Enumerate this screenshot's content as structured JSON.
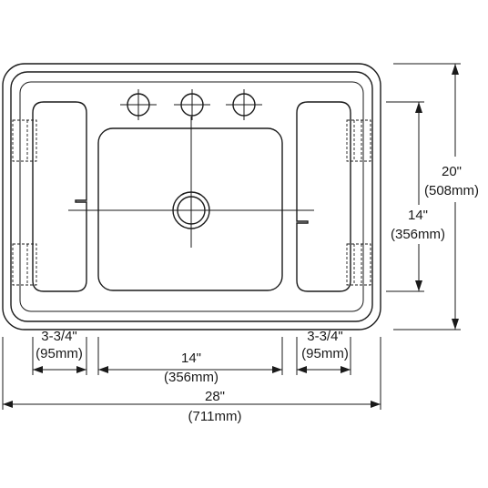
{
  "figure": {
    "subject": "drop-in sink dimension drawing",
    "colors": {
      "line": "#1a1a1a",
      "background": "#ffffff"
    }
  },
  "dimensions": {
    "overall_height": {
      "imperial": "20\"",
      "metric": "(508mm)"
    },
    "bowl_height": {
      "imperial": "14\"",
      "metric": "(356mm)"
    },
    "left_ledge": {
      "imperial": "3-3/4\"",
      "metric": "(95mm)"
    },
    "bowl_width": {
      "imperial": "14\"",
      "metric": "(356mm)"
    },
    "right_ledge": {
      "imperial": "3-3/4\"",
      "metric": "(95mm)"
    },
    "overall_width": {
      "imperial": "28\"",
      "metric": "(711mm)"
    }
  }
}
